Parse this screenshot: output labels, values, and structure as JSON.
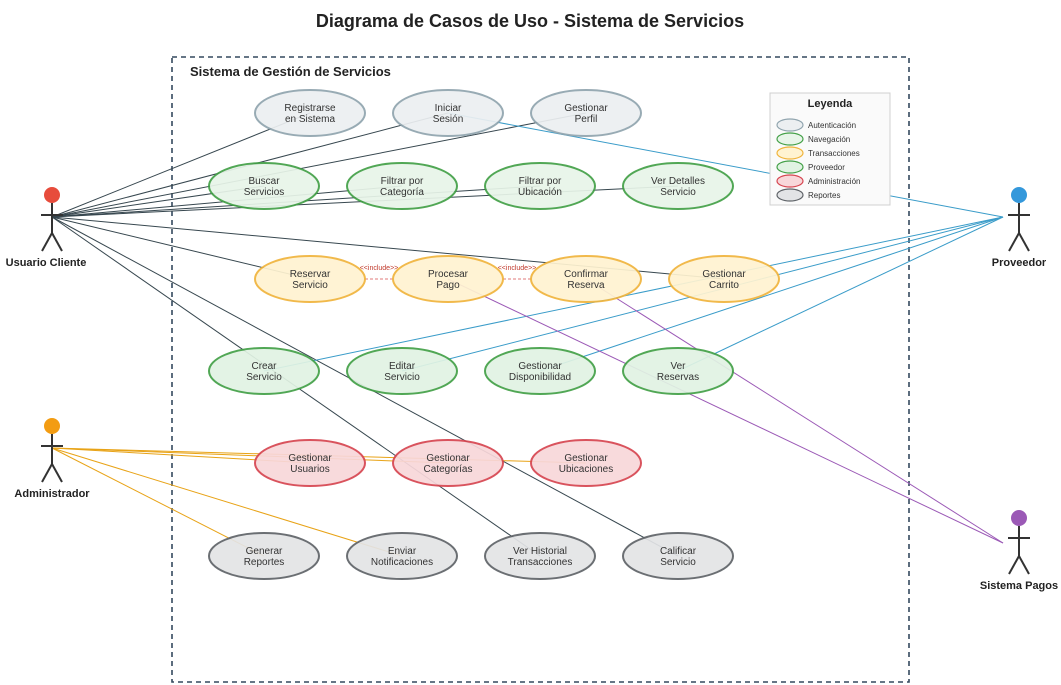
{
  "title": "Diagrama de Casos de Uso - Sistema de Servicios",
  "system": {
    "title": "Sistema de Gestión de Servicios"
  },
  "colors": {
    "autenticacion": {
      "fill": "#eceff1",
      "stroke": "#90a4ae"
    },
    "navegacion": {
      "fill": "#e8f5e9",
      "stroke": "#43a047"
    },
    "transacciones": {
      "fill": "#fff3d1",
      "stroke": "#f0b43c"
    },
    "proveedor": {
      "fill": "#e1f3e3",
      "stroke": "#43a047"
    },
    "administracion": {
      "fill": "#f8d7da",
      "stroke": "#d64550"
    },
    "reportes": {
      "fill": "#e3e4e6",
      "stroke": "#5f6368"
    },
    "cliente_line": "#37474f",
    "proveedor_line": "#3a9cc9",
    "admin_line": "#e8a317",
    "pagos_line": "#9b59b6",
    "include_line": "#e07a7a"
  },
  "actors": {
    "cliente": {
      "label": "Usuario Cliente",
      "head_color": "#e74c3c",
      "icon": "stick-figure"
    },
    "proveedor": {
      "label": "Proveedor",
      "head_color": "#3498db",
      "icon": "stick-figure"
    },
    "administrador": {
      "label": "Administrador",
      "head_color": "#f39c12",
      "icon": "stick-figure"
    },
    "pagos": {
      "label": "Sistema Pagos",
      "head_color": "#9b59b6",
      "icon": "stick-figure"
    }
  },
  "use_cases": {
    "registrarse": {
      "lines": [
        "Registrarse",
        "en Sistema"
      ],
      "category": "autenticacion"
    },
    "iniciar_sesion": {
      "lines": [
        "Iniciar",
        "Sesión"
      ],
      "category": "autenticacion"
    },
    "gestionar_perfil": {
      "lines": [
        "Gestionar",
        "Perfil"
      ],
      "category": "autenticacion"
    },
    "buscar_servicios": {
      "lines": [
        "Buscar",
        "Servicios"
      ],
      "category": "navegacion"
    },
    "filtrar_categoria": {
      "lines": [
        "Filtrar por",
        "Categoría"
      ],
      "category": "navegacion"
    },
    "filtrar_ubicacion": {
      "lines": [
        "Filtrar por",
        "Ubicación"
      ],
      "category": "navegacion"
    },
    "ver_detalles": {
      "lines": [
        "Ver Detalles",
        "Servicio"
      ],
      "category": "navegacion"
    },
    "reservar_servicio": {
      "lines": [
        "Reservar",
        "Servicio"
      ],
      "category": "transacciones"
    },
    "procesar_pago": {
      "lines": [
        "Procesar",
        "Pago"
      ],
      "category": "transacciones"
    },
    "confirmar_reserva": {
      "lines": [
        "Confirmar",
        "Reserva"
      ],
      "category": "transacciones"
    },
    "gestionar_carrito": {
      "lines": [
        "Gestionar",
        "Carrito"
      ],
      "category": "transacciones"
    },
    "crear_servicio": {
      "lines": [
        "Crear",
        "Servicio"
      ],
      "category": "proveedor"
    },
    "editar_servicio": {
      "lines": [
        "Editar",
        "Servicio"
      ],
      "category": "proveedor"
    },
    "gestionar_disponibilidad": {
      "lines": [
        "Gestionar",
        "Disponibilidad"
      ],
      "category": "proveedor"
    },
    "ver_reservas": {
      "lines": [
        "Ver",
        "Reservas"
      ],
      "category": "proveedor"
    },
    "gestionar_usuarios": {
      "lines": [
        "Gestionar",
        "Usuarios"
      ],
      "category": "administracion"
    },
    "gestionar_categorias": {
      "lines": [
        "Gestionar",
        "Categorías"
      ],
      "category": "administracion"
    },
    "gestionar_ubicaciones": {
      "lines": [
        "Gestionar",
        "Ubicaciones"
      ],
      "category": "administracion"
    },
    "generar_reportes": {
      "lines": [
        "Generar",
        "Reportes"
      ],
      "category": "reportes"
    },
    "enviar_notificaciones": {
      "lines": [
        "Enviar",
        "Notificaciones"
      ],
      "category": "reportes"
    },
    "ver_historial": {
      "lines": [
        "Ver Historial",
        "Transacciones"
      ],
      "category": "reportes"
    },
    "calificar_servicio": {
      "lines": [
        "Calificar",
        "Servicio"
      ],
      "category": "reportes"
    }
  },
  "include_labels": [
    "<<include>>",
    "<<include>>"
  ],
  "associations": {
    "cliente": [
      "registrarse",
      "iniciar_sesion",
      "gestionar_perfil",
      "buscar_servicios",
      "filtrar_categoria",
      "filtrar_ubicacion",
      "ver_detalles",
      "reservar_servicio",
      "gestionar_carrito",
      "ver_historial",
      "calificar_servicio"
    ],
    "proveedor": [
      "iniciar_sesion",
      "crear_servicio",
      "editar_servicio",
      "gestionar_disponibilidad",
      "ver_reservas"
    ],
    "administrador": [
      "gestionar_usuarios",
      "gestionar_categorias",
      "gestionar_ubicaciones",
      "generar_reportes",
      "enviar_notificaciones"
    ],
    "pagos": [
      "procesar_pago",
      "confirmar_reserva"
    ]
  },
  "legend": {
    "title": "Leyenda",
    "items": [
      {
        "label": "Autenticación",
        "category": "autenticacion"
      },
      {
        "label": "Navegación",
        "category": "navegacion"
      },
      {
        "label": "Transacciones",
        "category": "transacciones"
      },
      {
        "label": "Proveedor",
        "category": "proveedor"
      },
      {
        "label": "Administración",
        "category": "administracion"
      },
      {
        "label": "Reportes",
        "category": "reportes"
      }
    ]
  }
}
